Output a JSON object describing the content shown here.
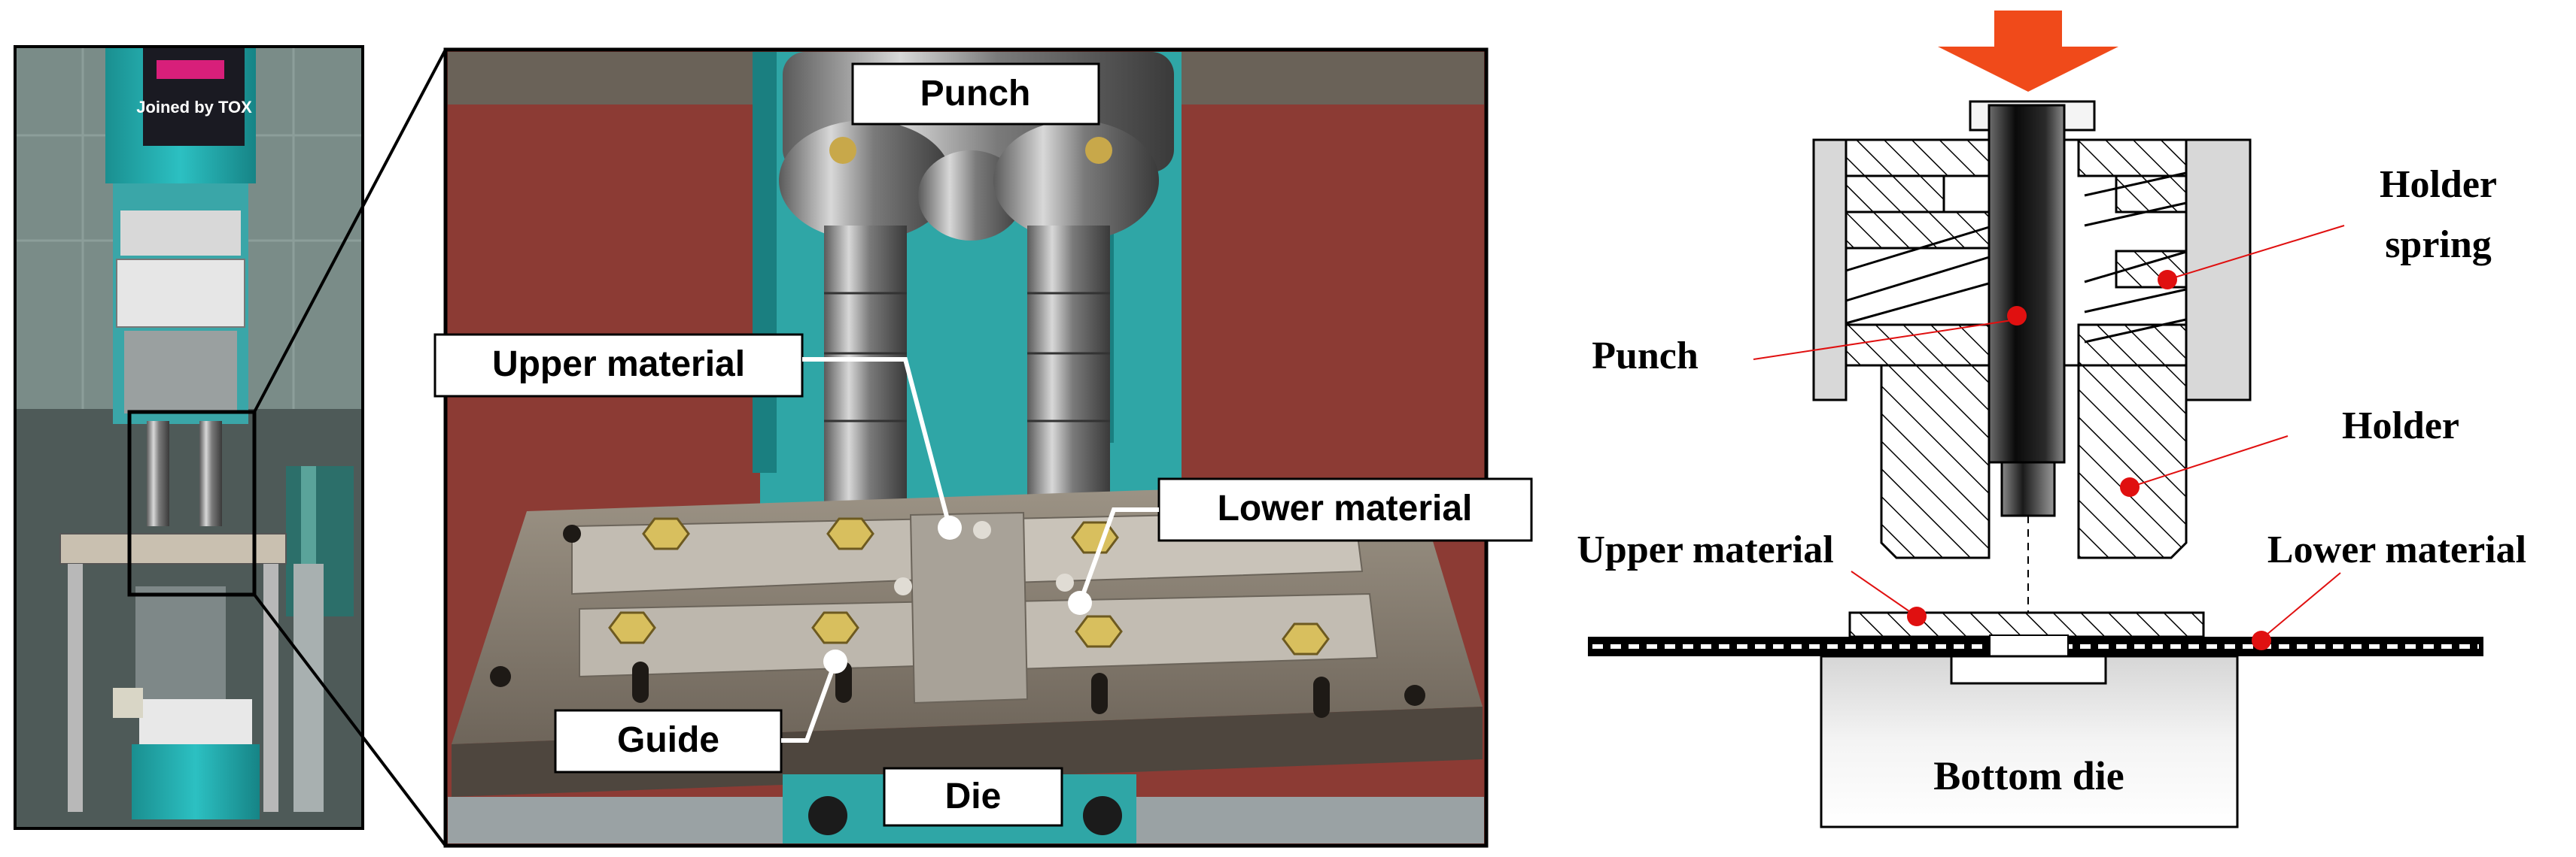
{
  "photo_overview": {
    "brand_badge": "Joined by TOX"
  },
  "photo_detail": {
    "labels": {
      "punch": "Punch",
      "upper_material": "Upper material",
      "lower_material": "Lower material",
      "guide": "Guide",
      "die": "Die"
    }
  },
  "schematic": {
    "labels": {
      "holder_spring_line1": "Holder",
      "holder_spring_line2": "spring",
      "punch": "Punch",
      "holder": "Holder",
      "upper_material": "Upper material",
      "lower_material": "Lower material",
      "bottom_die": "Bottom die"
    },
    "colors": {
      "load_arrow": "#f04a1a",
      "marker_dot": "#e01010",
      "leader_line": "#e01010"
    }
  }
}
